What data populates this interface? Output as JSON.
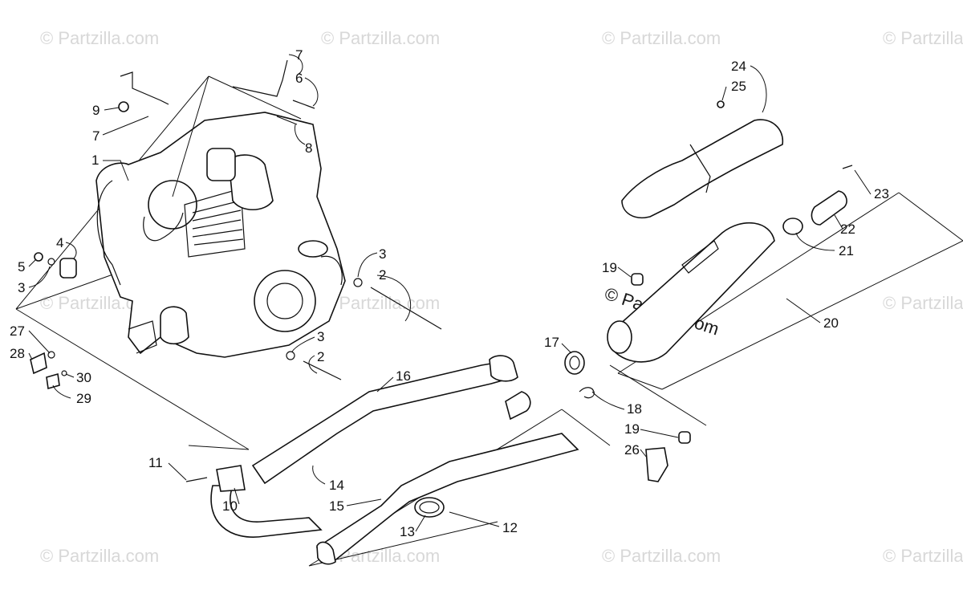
{
  "watermark": {
    "text": "© Partzilla.com",
    "highlight_text": "© Partzilla.com"
  },
  "callouts": {
    "c1": "1",
    "c2a": "2",
    "c2b": "2",
    "c3a": "3",
    "c3b": "3",
    "c3c": "3",
    "c4": "4",
    "c5": "5",
    "c6": "6",
    "c7a": "7",
    "c7b": "7",
    "c8": "8",
    "c9": "9",
    "c10": "10",
    "c11": "11",
    "c12": "12",
    "c13": "13",
    "c14": "14",
    "c15": "15",
    "c16": "16",
    "c17": "17",
    "c18": "18",
    "c19a": "19",
    "c19b": "19",
    "c20": "20",
    "c21": "21",
    "c22": "22",
    "c23": "23",
    "c24": "24",
    "c25": "25",
    "c26": "26",
    "c27": "27",
    "c28": "28",
    "c29": "29",
    "c30": "30"
  },
  "colors": {
    "line": "#111111",
    "background": "#ffffff",
    "watermark": "#d8d8d8"
  }
}
